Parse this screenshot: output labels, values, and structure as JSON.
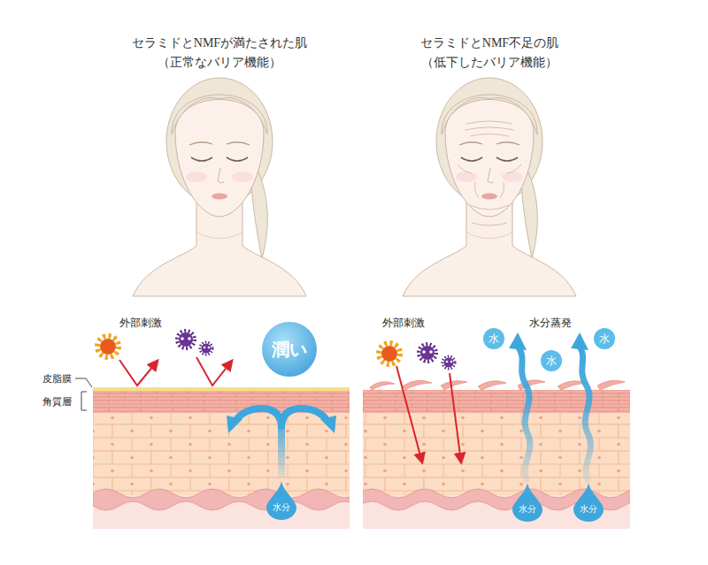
{
  "diagram": {
    "nodes": [
      {
        "text": [
          "潤い"
        ]
      },
      {
        "text": [
          "水分"
        ]
      },
      {
        "text": [
          "水"
        ]
      },
      {
        "text": [
          "水"
        ]
      },
      {
        "text": [
          "水"
        ]
      },
      {
        "text": [
          "水分"
        ]
      },
      {
        "text": [
          "水分"
        ]
      }
    ],
    "labels": [
      "セラミドとNMFが満たされた肌",
      "（正常なバリア機能）",
      "セラミドとNMF不足の肌",
      "（低下したバリア機能）",
      "外部刺激",
      "皮脂膜",
      "角質層",
      "外部刺激",
      "水分蒸発"
    ]
  }
}
